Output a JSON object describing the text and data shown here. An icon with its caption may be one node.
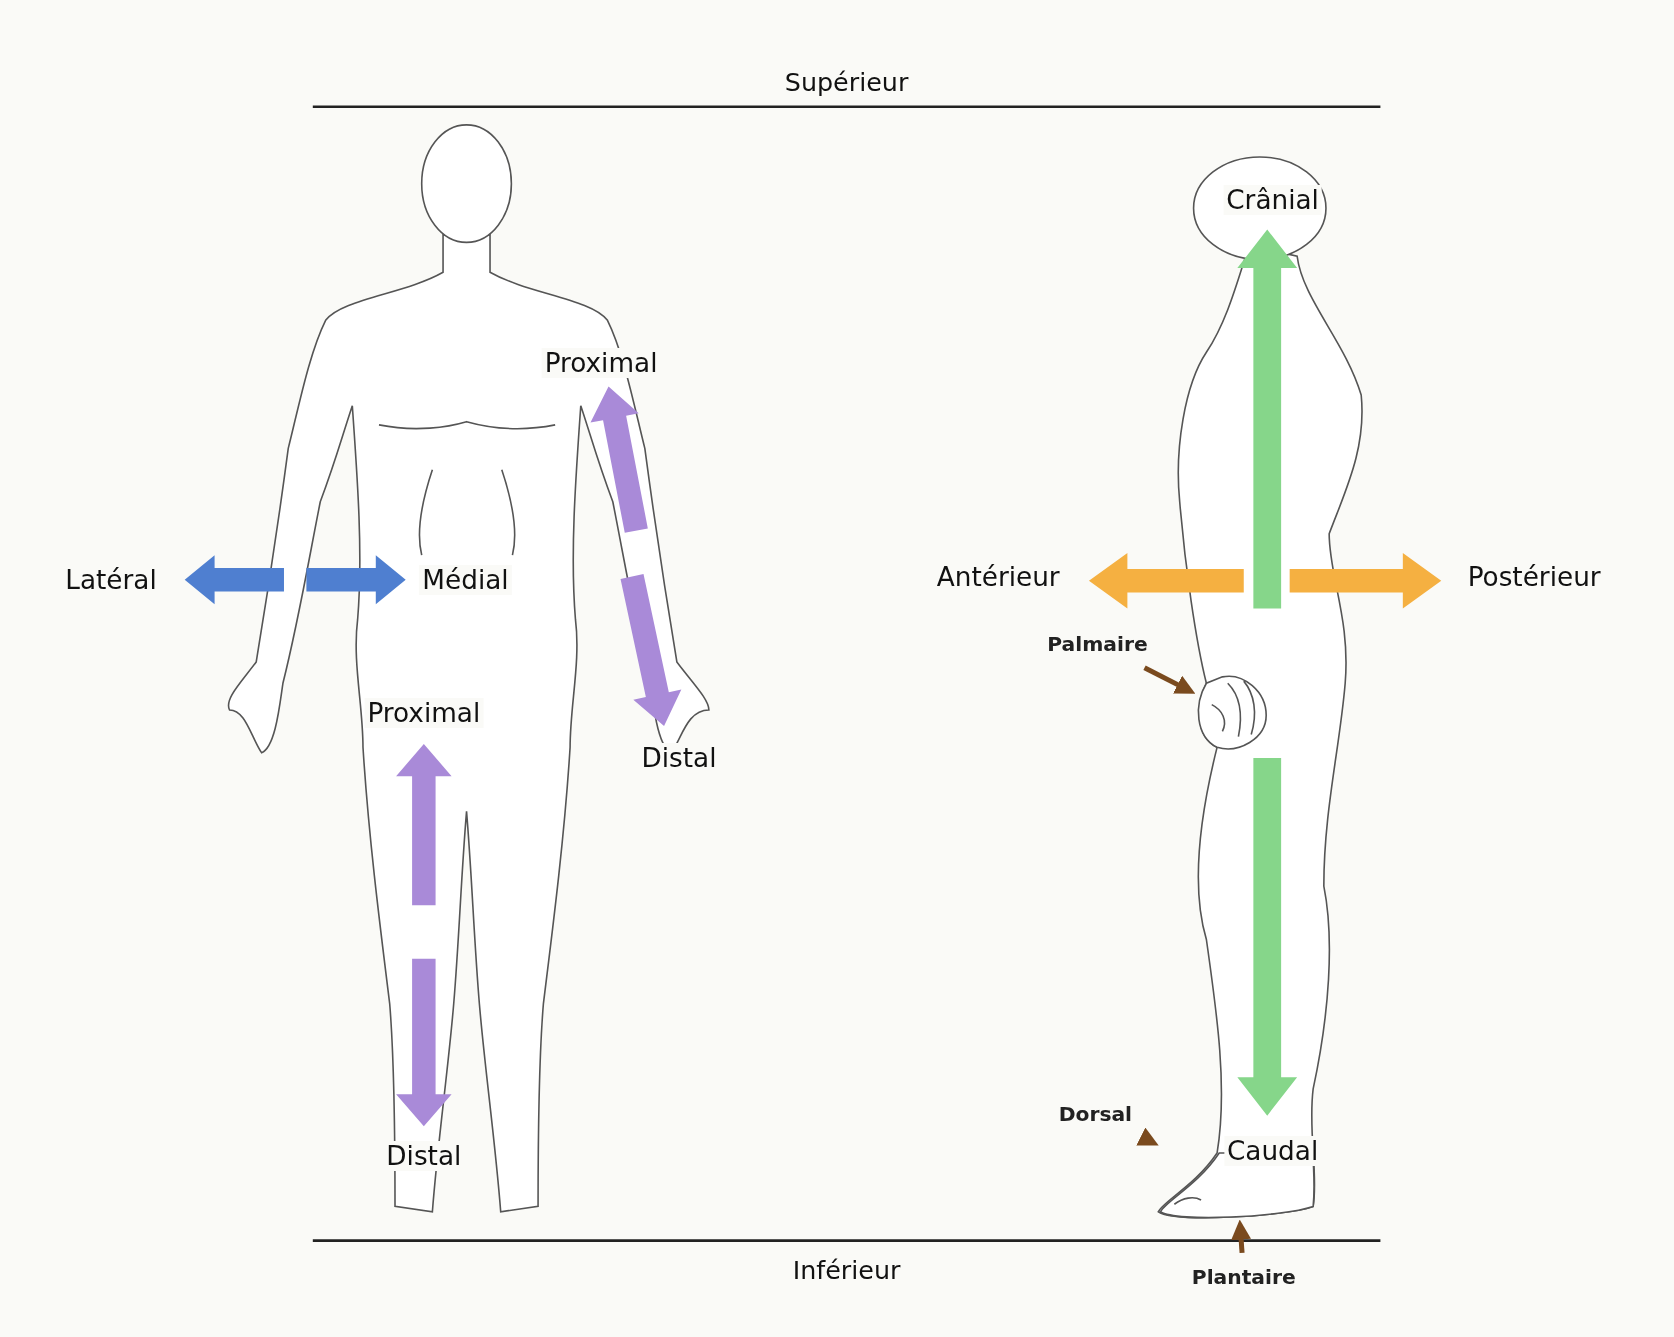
{
  "diagram": {
    "nodes": [
      {
        "text": [
          "Palmaire"
        ]
      },
      {
        "text": [
          "Dorsal"
        ]
      },
      {
        "text": [
          "Plantaire"
        ]
      },
      {
        "text": [],
        "shape": "hand"
      },
      {
        "text": [],
        "shape": "foot"
      }
    ],
    "edges": [
      {
        "from": 0,
        "to": 3,
        "arrow": "to"
      },
      {
        "from": 1,
        "to": 4,
        "arrow": "to"
      },
      {
        "from": 2,
        "to": 4,
        "arrow": "to"
      }
    ],
    "labels": [
      "Supérieur",
      "Crânial",
      "Proximal",
      "Latéral",
      "Médial",
      "Antérieur",
      "Postérieur",
      "Proximal",
      "Distal",
      "Distal",
      "Caudal",
      "Inférieur"
    ]
  }
}
